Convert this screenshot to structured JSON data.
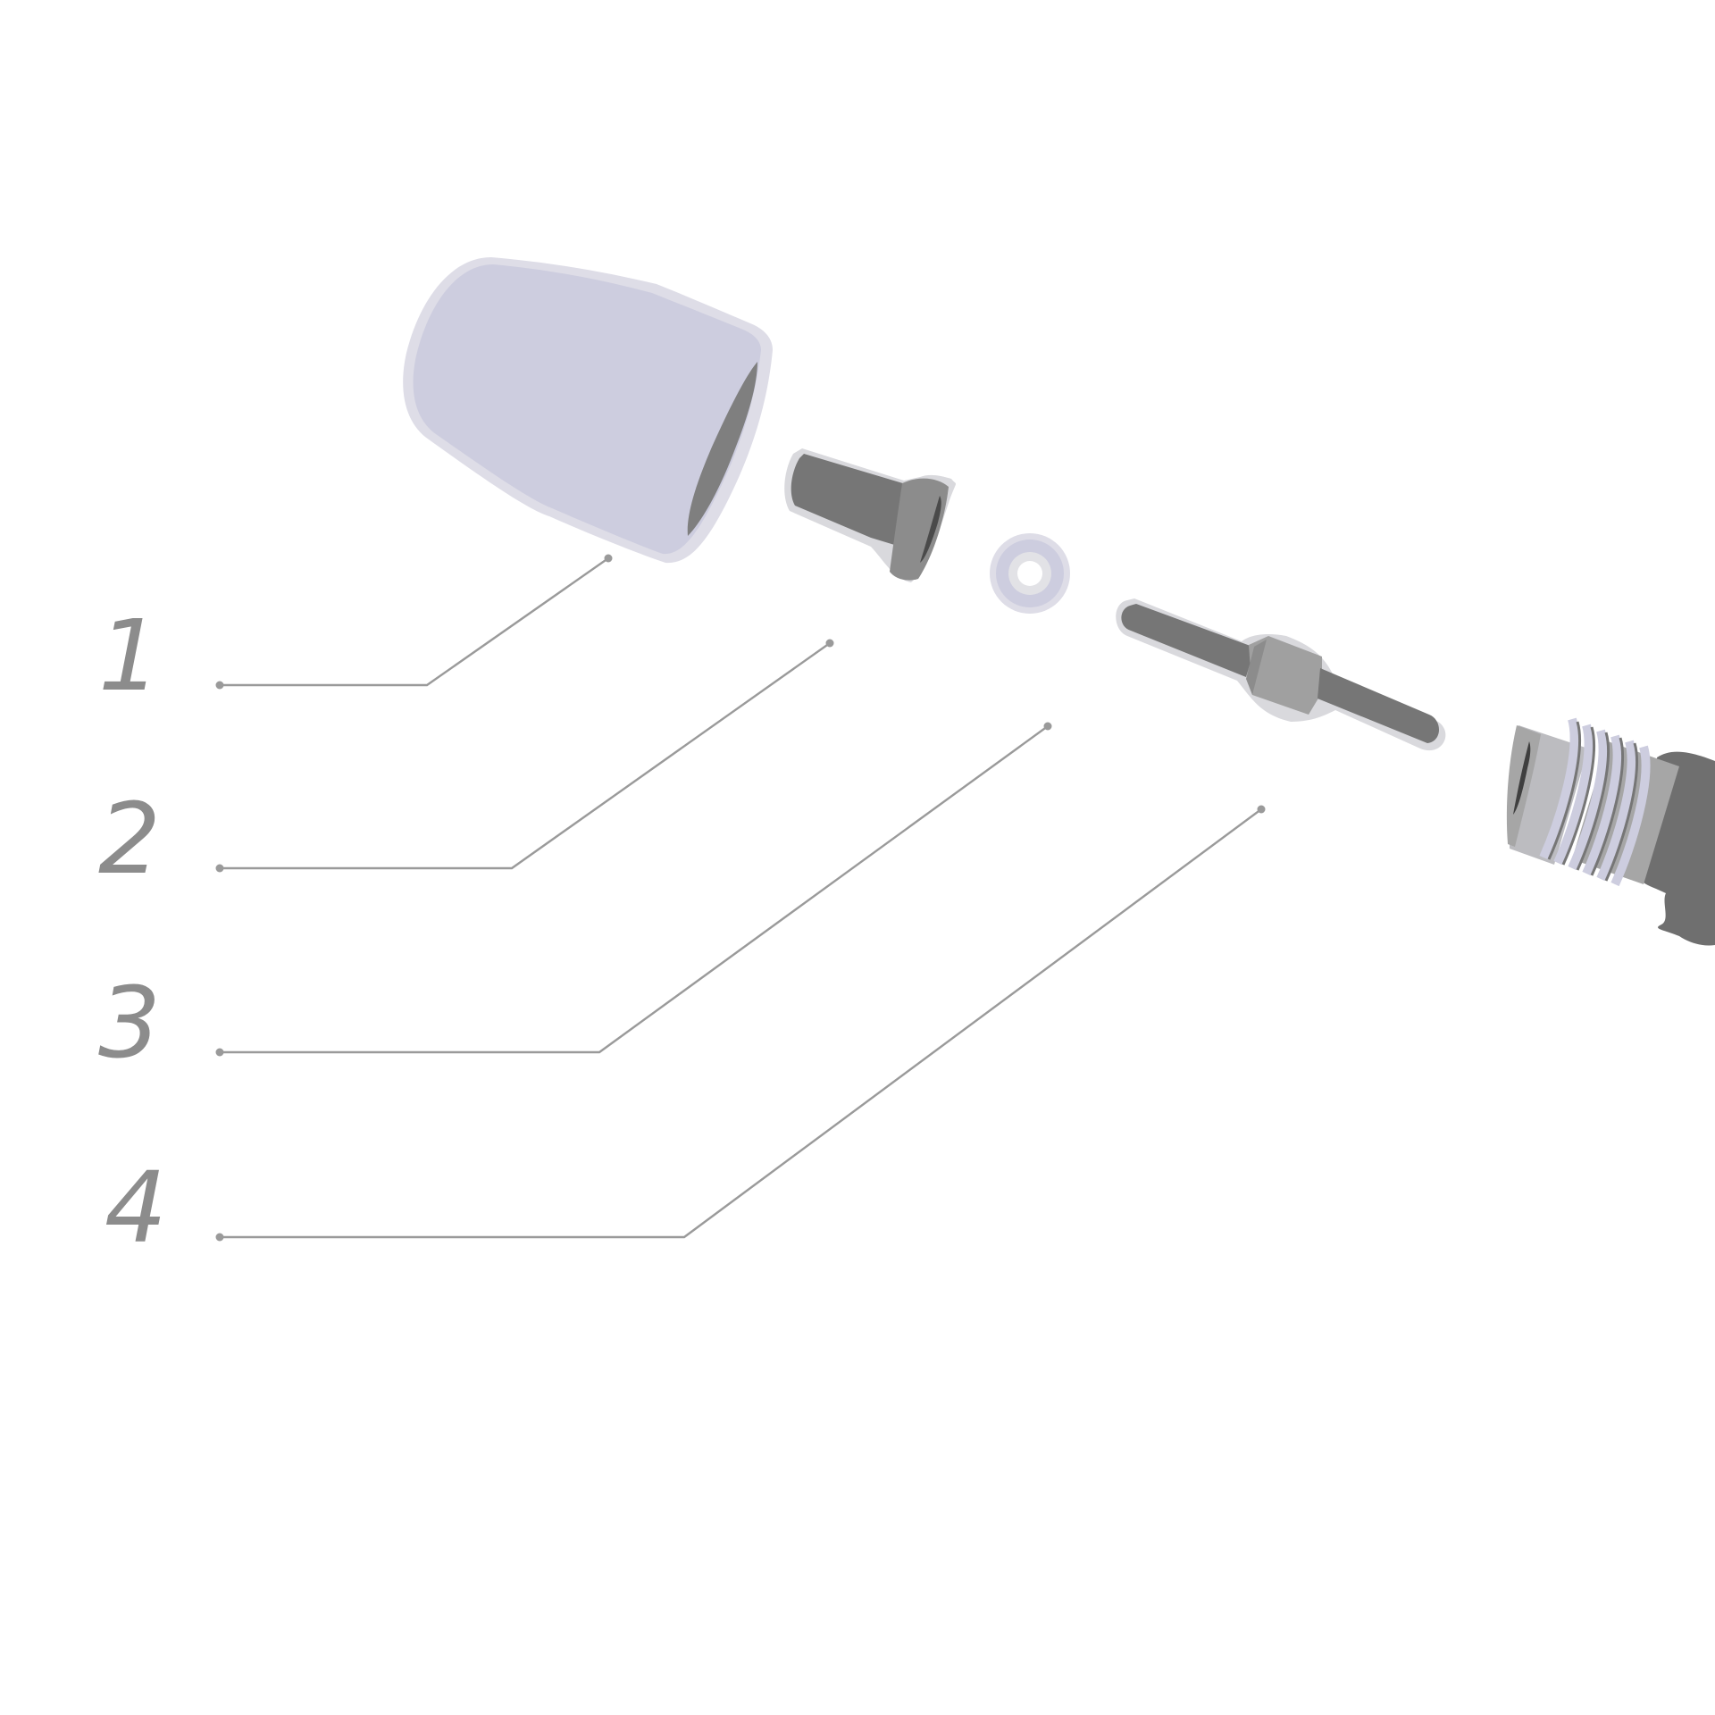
{
  "diagram": {
    "parts": [
      {
        "number": "1",
        "part": "nozzle-shield"
      },
      {
        "number": "2",
        "part": "tip"
      },
      {
        "number": "3",
        "part": "swirl-ring"
      },
      {
        "number": "4",
        "part": "electrode"
      }
    ]
  },
  "colors": {
    "background": "#ffffff",
    "ceramic": "#cdcddf",
    "ceramic_edge": "#dedde7",
    "metal_dark": "#767676",
    "metal_mid": "#8c8c8c",
    "metal_light": "#a6a6a6",
    "metal_highlight": "#bcbcc0",
    "outline": "#d9d9dd",
    "leader_line": "#9a9a9a",
    "number_text": "#8c8c8c"
  }
}
